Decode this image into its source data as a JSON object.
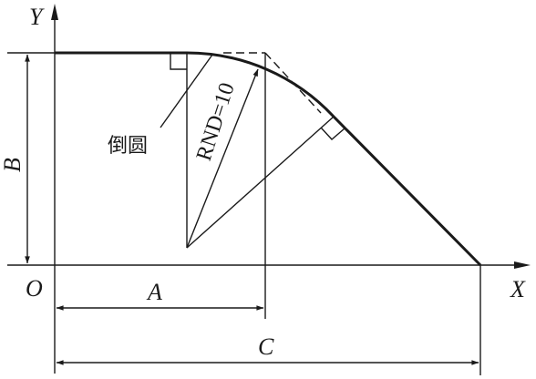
{
  "diagram": {
    "axis_y_label": "Y",
    "axis_x_label": "X",
    "origin_label": "O",
    "dim_a_label": "A",
    "dim_b_label": "B",
    "dim_c_label": "C",
    "radius_label": "RND=10",
    "fillet_label": "倒圆",
    "line_color": "#1a1a1a"
  }
}
